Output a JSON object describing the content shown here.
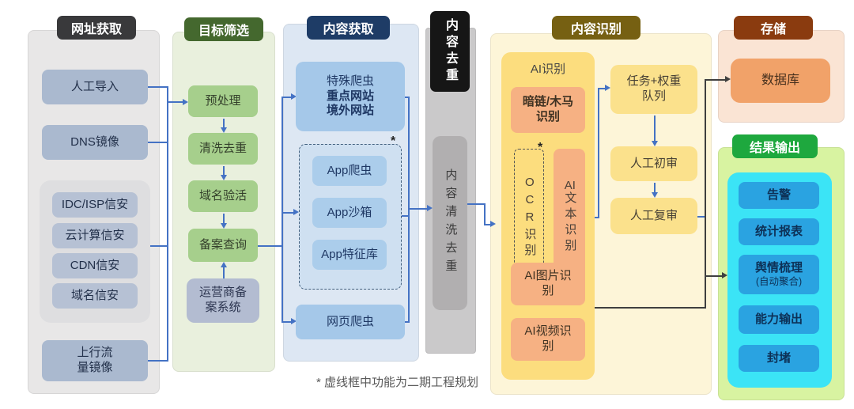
{
  "diagram": {
    "footnote": "* 虚线框中功能为二期工程规划",
    "phase2_marker": "*"
  },
  "url_col": {
    "header": "网址获取",
    "manual_import": "人工导入",
    "dns_mirror": "DNS镜像",
    "sources": [
      "IDC/ISP信安",
      "云计算信安",
      "CDN信安",
      "域名信安"
    ],
    "uplink_mirror": "上行流量镜像"
  },
  "filter_col": {
    "header": "目标筛选",
    "steps": [
      "预处理",
      "清洗去重",
      "域名验活",
      "备案查询"
    ],
    "operator_system": "运营商备案系统"
  },
  "fetch_col": {
    "header": "内容获取",
    "special_crawler_line1": "特殊爬虫",
    "special_crawler_line2": "重点网站",
    "special_crawler_line3": "境外网站",
    "app_boxes": [
      "App爬虫",
      "App沙箱",
      "App特征库"
    ],
    "web_crawler": "网页爬虫"
  },
  "dedup_col": {
    "header": "内容去重",
    "box": "内容清洗去重"
  },
  "recog_col": {
    "header": "内容识别",
    "ai_group_label": "AI识别",
    "darklink": "暗链/木马识别",
    "ocr": "OCR识别",
    "ai_text_latin": "AI",
    "ai_text_rest": "文本识别",
    "ai_image": "AI图片识别",
    "ai_video": "AI视频识别",
    "task_queue": "任务+权重队列",
    "first_review": "人工初审",
    "second_review": "人工复审"
  },
  "storage_col": {
    "header": "存储",
    "database": "数据库"
  },
  "output_col": {
    "header": "结果输出",
    "alert": "告警",
    "report": "统计报表",
    "sentiment": "舆情梳理",
    "sentiment_sub": "(自动聚合)",
    "capability": "能力输出",
    "block": "封堵"
  }
}
